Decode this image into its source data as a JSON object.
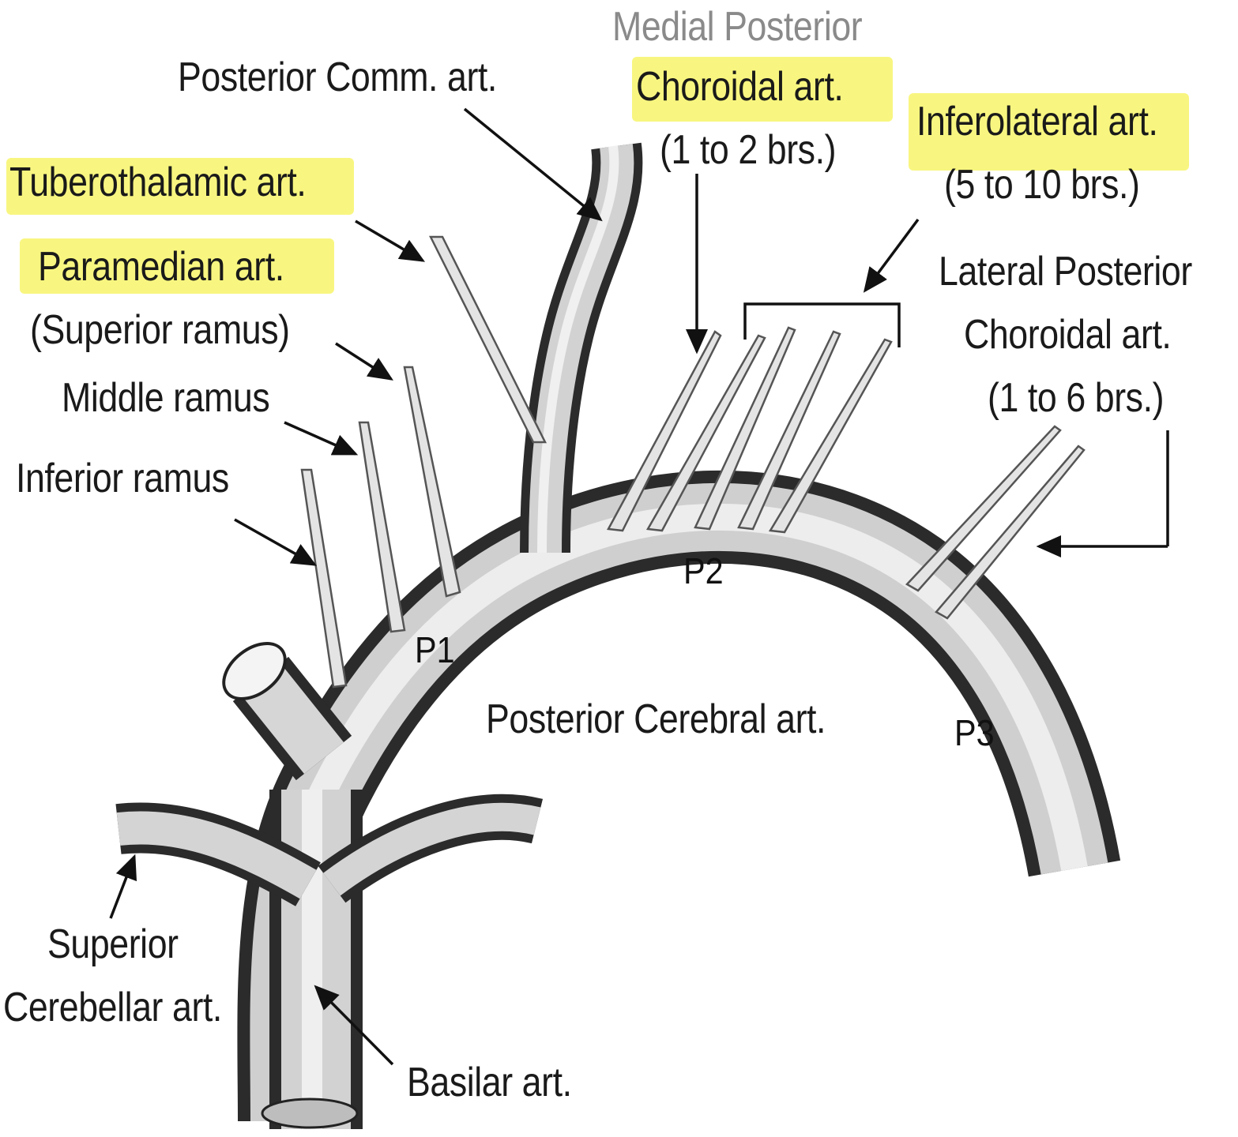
{
  "labels": {
    "medial_posterior": "Medial Posterior",
    "choroidal_art": "Choroidal art.",
    "medial_branches": "(1 to 2 brs.)",
    "posterior_comm": "Posterior Comm. art.",
    "inferolateral": "Inferolateral art.",
    "inferolateral_branches": "(5 to 10 brs.)",
    "tuberothalamic": "Tuberothalamic art.",
    "paramedian": "Paramedian art.",
    "superior_ramus": "(Superior ramus)",
    "middle_ramus": "Middle ramus",
    "inferior_ramus": "Inferior ramus",
    "lateral_posterior": "Lateral Posterior",
    "lateral_choroidal": "Choroidal art.",
    "lateral_branches": "(1 to 6 brs.)",
    "p1": "P1",
    "p2": "P2",
    "p3": "P3",
    "posterior_cerebral": "Posterior Cerebral art.",
    "superior": "Superior",
    "cerebellar": "Cerebellar art.",
    "basilar": "Basilar art."
  },
  "highlight_color": "#f7f56a"
}
